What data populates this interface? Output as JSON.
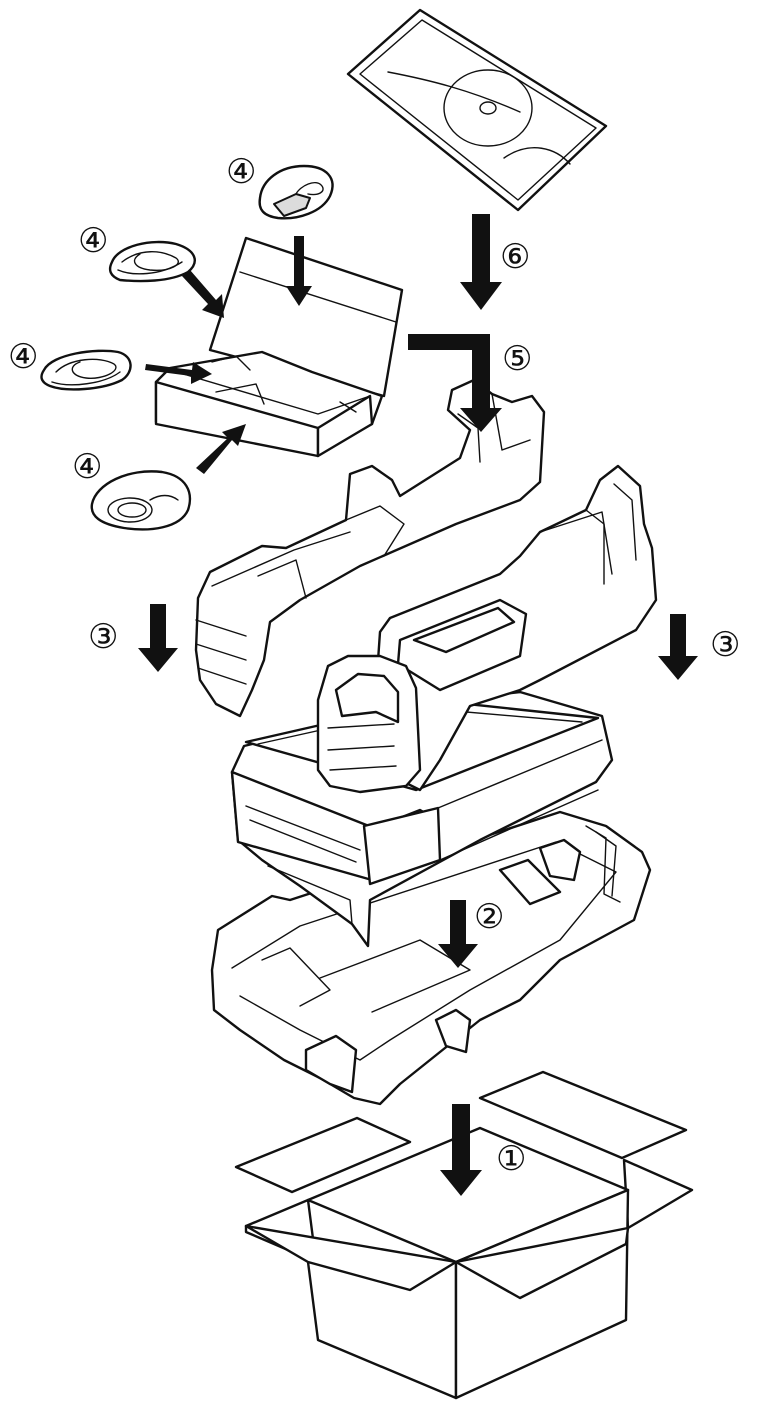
{
  "steps": [
    {
      "id": "1",
      "label": "①"
    },
    {
      "id": "2",
      "label": "②"
    },
    {
      "id": "3a",
      "label": "③"
    },
    {
      "id": "3b",
      "label": "③"
    },
    {
      "id": "4a",
      "label": "④"
    },
    {
      "id": "4b",
      "label": "④"
    },
    {
      "id": "4c",
      "label": "④"
    },
    {
      "id": "4d",
      "label": "④"
    },
    {
      "id": "5",
      "label": "⑤"
    },
    {
      "id": "6",
      "label": "⑥"
    }
  ]
}
